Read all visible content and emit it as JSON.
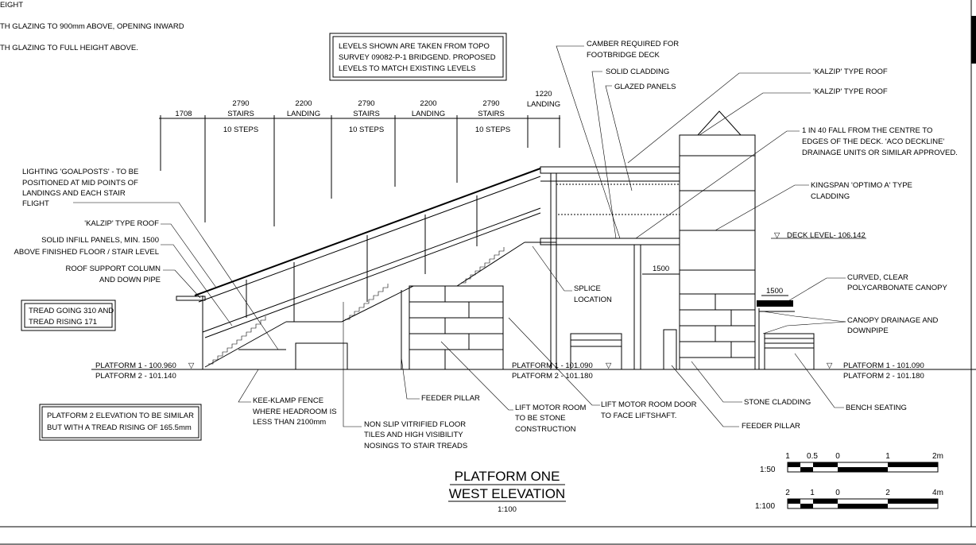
{
  "top_notes": [
    "EIGHT",
    "TH GLAZING TO 900mm ABOVE, OPENING INWARD",
    "TH GLAZING TO FULL HEIGHT ABOVE."
  ],
  "levels_note": [
    "LEVELS SHOWN ARE TAKEN FROM TOPO",
    "SURVEY 09082-P-1 BRIDGEND. PROPOSED",
    "LEVELS TO MATCH EXISTING LEVELS"
  ],
  "dimensions": [
    {
      "value": "1708",
      "label": ""
    },
    {
      "value": "2790",
      "label": "STAIRS",
      "steps": "10 STEPS"
    },
    {
      "value": "2200",
      "label": "LANDING"
    },
    {
      "value": "2790",
      "label": "STAIRS",
      "steps": "10 STEPS"
    },
    {
      "value": "2200",
      "label": "LANDING"
    },
    {
      "value": "2790",
      "label": "STAIRS",
      "steps": "10 STEPS"
    },
    {
      "value": "1220",
      "label": "LANDING"
    }
  ],
  "annotations": {
    "camber": [
      "CAMBER REQUIRED FOR",
      "FOOTBRIDGE DECK"
    ],
    "solid_cladding": "SOLID CLADDING",
    "glazed_panels": "GLAZED PANELS",
    "kalzip_roof_1": "'KALZIP' TYPE ROOF",
    "kalzip_roof_2": "'KALZIP' TYPE ROOF",
    "fall": [
      "1 IN 40 FALL FROM THE CENTRE TO",
      "EDGES OF THE DECK. 'ACO DECKLINE'",
      "DRAINAGE UNITS OR SIMILAR APPROVED."
    ],
    "kingspan": [
      "KINGSPAN 'OPTIMO A' TYPE",
      "CLADDING"
    ],
    "deck_level": "DECK LEVEL- 106.142",
    "dim_1500_a": "1500",
    "dim_1500_b": "1500",
    "splice": [
      "SPLICE",
      "LOCATION"
    ],
    "canopy": [
      "CURVED, CLEAR",
      "POLYCARBONATE CANOPY"
    ],
    "canopy_drainage": [
      "CANOPY DRAINAGE AND",
      "DOWNPIPE"
    ],
    "lighting": [
      "LIGHTING 'GOALPOSTS' - TO BE",
      "POSITIONED AT MID POINTS OF",
      "LANDINGS AND EACH STAIR",
      "FLIGHT"
    ],
    "kalzip_left": "'KALZIP' TYPE ROOF",
    "infill": [
      "SOLID INFILL PANELS, MIN. 1500",
      "ABOVE FINISHED FLOOR / STAIR LEVEL"
    ],
    "roof_support": [
      "ROOF SUPPORT COLUMN",
      "AND DOWN PIPE"
    ],
    "tread_box": [
      "TREAD GOING 310 AND",
      "TREAD RISING 171"
    ],
    "platform2_box": [
      "PLATFORM 2 ELEVATION TO BE SIMILAR",
      "BUT WITH A TREAD RISING OF 165.5mm"
    ],
    "platform_left": [
      "PLATFORM 1 - 100.960",
      "PLATFORM 2 - 101.140"
    ],
    "platform_mid": [
      "PLATFORM 1 - 101.090",
      "PLATFORM 2 - 101.180"
    ],
    "platform_right": [
      "PLATFORM 1 - 101.090",
      "PLATFORM 2 - 101.180"
    ],
    "kee_klamp": [
      "KEE-KLAMP FENCE",
      "WHERE HEADROOM IS",
      "LESS THAN 2100mm"
    ],
    "non_slip": [
      "NON SLIP VITRIFIED FLOOR",
      "TILES AND HIGH VISIBILITY",
      "NOSINGS TO STAIR TREADS"
    ],
    "feeder_pillar_1": "FEEDER PILLAR",
    "lift_motor_room": [
      "LIFT MOTOR ROOM",
      "TO BE STONE",
      "CONSTRUCTION"
    ],
    "lift_door": [
      "LIFT MOTOR ROOM DOOR",
      "TO FACE LIFTSHAFT."
    ],
    "stone_cladding": "STONE CLADDING",
    "feeder_pillar_2": "FEEDER PILLAR",
    "bench_seating": "BENCH SEATING"
  },
  "title": {
    "line1": "PLATFORM ONE",
    "line2": "WEST ELEVATION",
    "scale": "1:100"
  },
  "scale_bars": [
    {
      "scale": "1:50",
      "ticks": [
        "1",
        "0.5",
        "0",
        "1",
        "2m"
      ]
    },
    {
      "scale": "1:100",
      "ticks": [
        "2",
        "1",
        "0",
        "2",
        "4m"
      ]
    }
  ]
}
